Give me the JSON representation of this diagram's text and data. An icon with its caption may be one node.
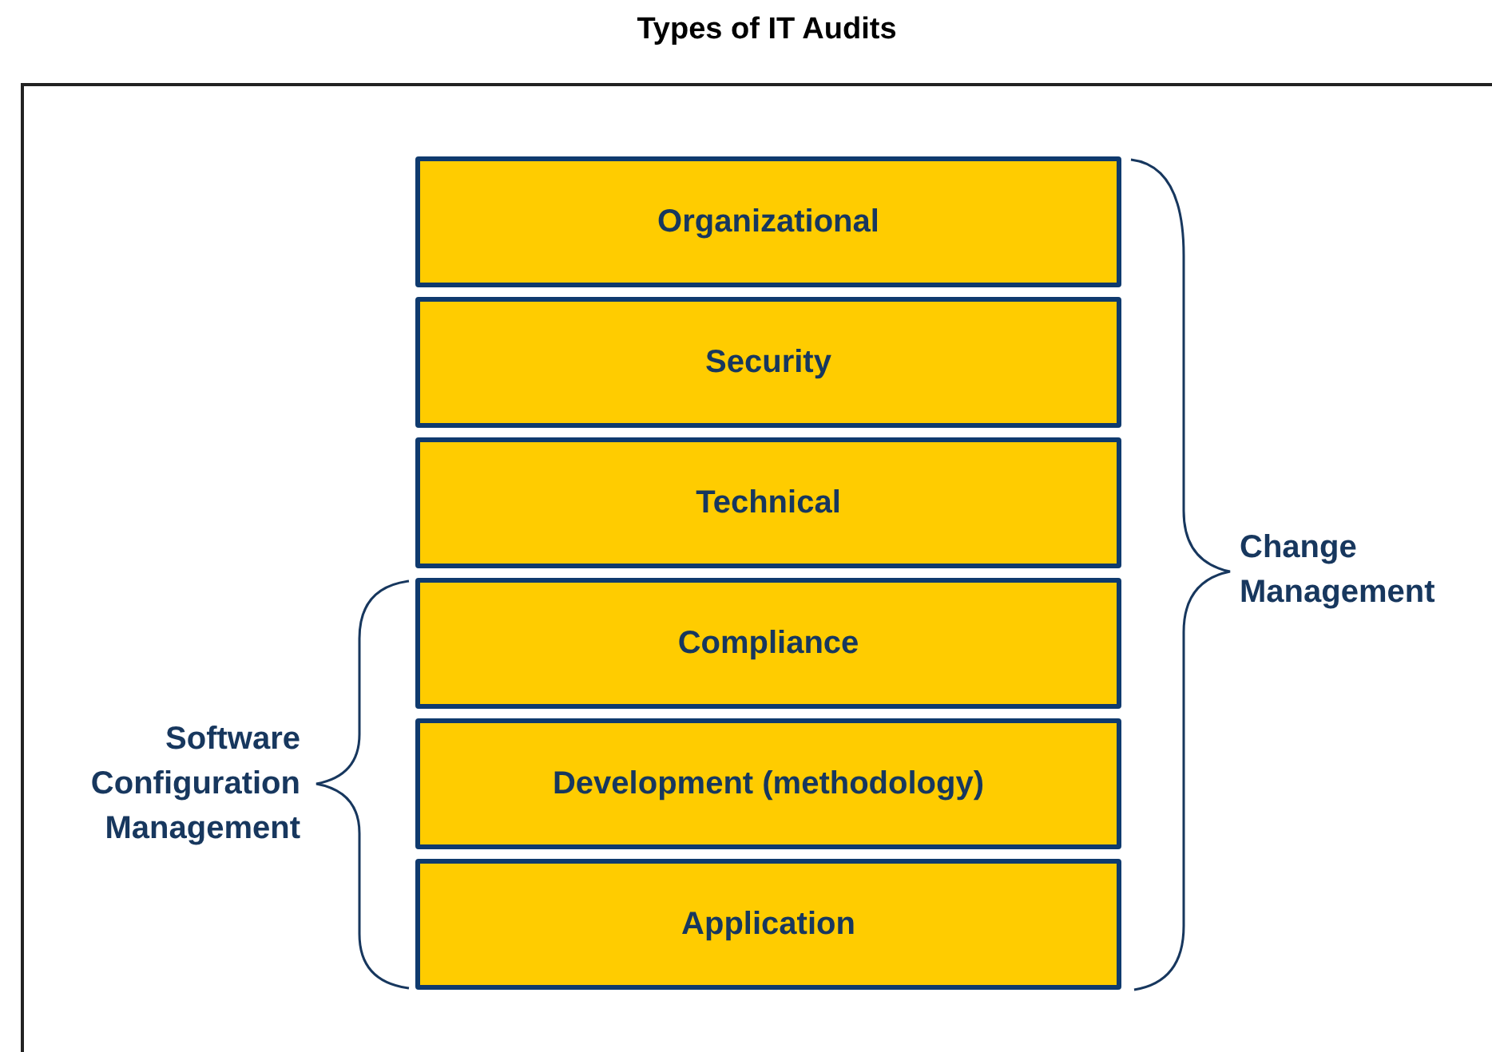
{
  "diagram": {
    "title": "Types of IT Audits",
    "nodes": [
      {
        "text": [
          "Organizational"
        ]
      },
      {
        "text": [
          "Security"
        ]
      },
      {
        "text": [
          "Technical"
        ]
      },
      {
        "text": [
          "Compliance"
        ]
      },
      {
        "text": [
          "Development (methodology)"
        ]
      },
      {
        "text": [
          "Application"
        ]
      }
    ],
    "labels": [
      "Change Management",
      "Software Configuration Management"
    ]
  }
}
